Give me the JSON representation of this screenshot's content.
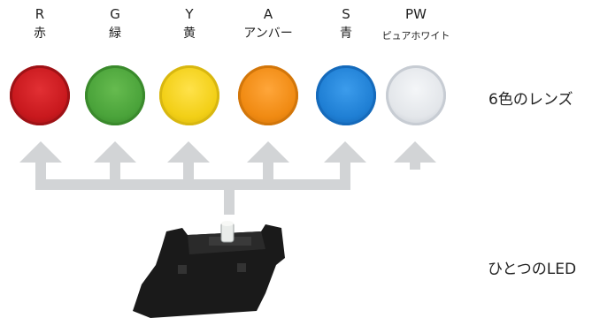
{
  "lenses": [
    {
      "code": "R",
      "name": "赤",
      "color": "#c8181d",
      "rim": "#8c0f12"
    },
    {
      "code": "G",
      "name": "緑",
      "color": "#4aa33a",
      "rim": "#2f7a24"
    },
    {
      "code": "Y",
      "name": "黄",
      "color": "#f2cf16",
      "rim": "#c9a90b"
    },
    {
      "code": "A",
      "name": "アンバー",
      "color": "#f08a12",
      "rim": "#c36a08"
    },
    {
      "code": "S",
      "name": "青",
      "color": "#1f7fd4",
      "rim": "#0f58a3"
    },
    {
      "code": "PW",
      "name": "ピュアホワイト",
      "color": "#e3e6ea",
      "rim": "#b9bec6"
    }
  ],
  "labels": {
    "lenses_caption": "6色のレンズ",
    "led_caption": "ひとつのLED"
  },
  "colors": {
    "arrow": "#d2d4d6",
    "led_body": "#1a1a1a"
  }
}
